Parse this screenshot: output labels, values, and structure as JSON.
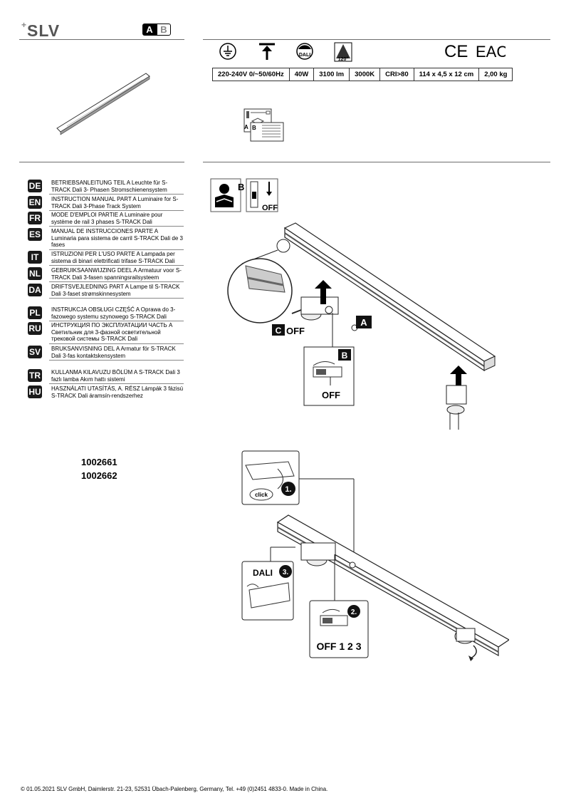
{
  "header": {
    "brand": "SLV",
    "part_a": "A",
    "part_b": "B"
  },
  "icons": [
    "earth-icon",
    "ceiling-mount-icon",
    "dali-icon",
    "beam-angle-icon",
    "ce-mark-icon",
    "eac-mark-icon"
  ],
  "icon_texts": {
    "dali": "DALI",
    "beam": "120°",
    "ce": "CE",
    "eac": "EAC"
  },
  "specs": [
    "220-240V 0/~50/60Hz",
    "40W",
    "3100 lm",
    "3000K",
    "CRI>80",
    "114 x 4,5 x 12 cm",
    "2,00 kg"
  ],
  "manual_labels": {
    "a": "A",
    "b": "B"
  },
  "languages": [
    {
      "code": "DE",
      "text": "BETRIEBSANLEITUNG TEIL A  Leuchte für S-TRACK Dali 3- Phasen Stromschienensystem"
    },
    {
      "code": "EN",
      "text": "INSTRUCTION MANUAL PART A  Luminaire for S-TRACK Dali 3-Phase Track System"
    },
    {
      "code": "FR",
      "text": "MODE D'EMPLOI PARTIE A  Luminaire pour système de rail 3 phases S-TRACK Dali"
    },
    {
      "code": "ES",
      "text": "MANUAL DE INSTRUCCIONES PARTE A  Luminaria para sistema de carril S-TRACK Dali de 3 fases"
    },
    {
      "code": "IT",
      "text": "ISTRUZIONI PER L'USO PARTE A  Lampada per sistema di binari elettrificati trifase S-TRACK Dali"
    },
    {
      "code": "NL",
      "text": "GEBRUIKSAANWIJZING DEEL A  Armatuur voor S-TRACK Dali 3-fasen spanningsrailsysteem"
    },
    {
      "code": "DA",
      "text": "DRIFTSVEJLEDNING PART A  Lampe til S-TRACK Dali 3-faset strømskinnesystem"
    },
    {
      "code": "PL",
      "text": "INSTRUKCJA OBSŁUGI CZĘŚĆ A  Oprawa do 3-fazowego systemu szynowego S-TRACK Dali"
    },
    {
      "code": "RU",
      "text": "ИНСТРУКЦИЯ ПО ЭКСПЛУАТАЦИИ ЧАСТЬ А  Светильник для 3-фазной осветительной трековой системы S-TRACK Dali"
    },
    {
      "code": "SV",
      "text": "BRUKSANVISNING DEL A  Armatur för S-TRACK Dali 3-fas kontaktskensystem"
    },
    {
      "code": "TR",
      "text": "KULLANMA KILAVUZU BÖLÜM A  S-TRACK Dali 3 fazlı lamba Akım hattı sistemi"
    },
    {
      "code": "HU",
      "text": "HASZNÁLATI UTASÍTÁS, A. RÉSZ  Lámpák 3 fázisú S-TRACK Dali áramsín-rendszerhez"
    }
  ],
  "diagram1": {
    "badge_b": "B",
    "off": "OFF",
    "label_a": "A",
    "label_b": "B",
    "label_c": "C",
    "c_off": "OFF",
    "b_off": "OFF"
  },
  "models": [
    "1002661",
    "1002662"
  ],
  "diagram2": {
    "click": "click",
    "step1": "1.",
    "step2": "2.",
    "step3": "3.",
    "dali": "DALI",
    "settings": "OFF  1  2  3"
  },
  "footer": "© 01.05.2021 SLV GmbH, Daimlerstr. 21-23, 52531 Übach-Palenberg, Germany, Tel. +49 (0)2451 4833-0. Made in China."
}
